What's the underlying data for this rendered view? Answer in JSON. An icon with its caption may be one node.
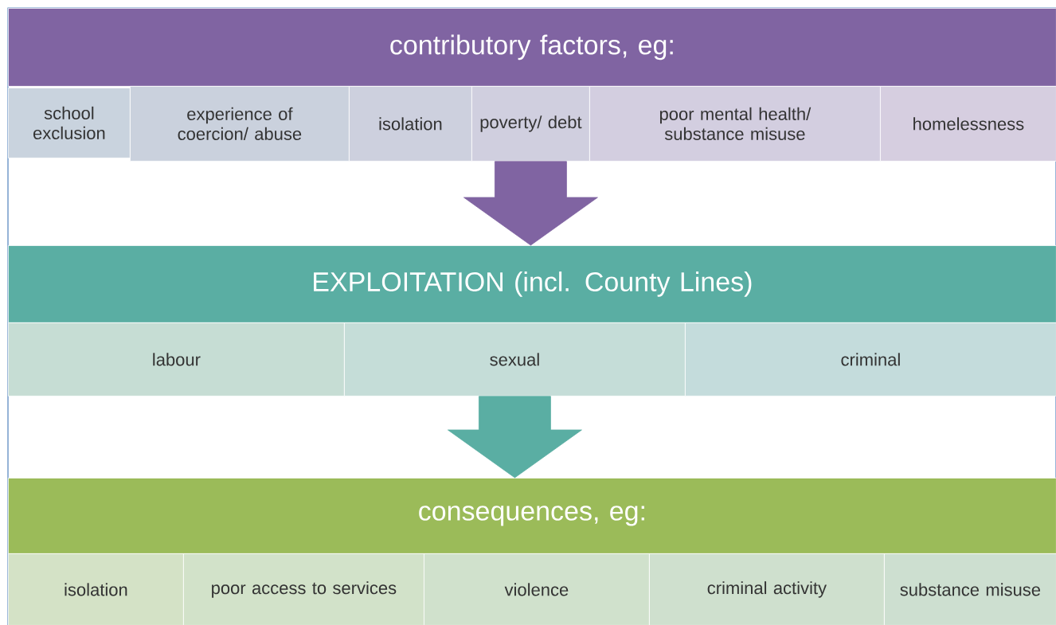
{
  "diagram": {
    "nodes": [
      {
        "text": [
          "contributory factors, eg:"
        ]
      },
      {
        "text": [
          "school exclusion"
        ]
      },
      {
        "text": [
          "experience of coercion/ abuse"
        ]
      },
      {
        "text": [
          "isolation"
        ]
      },
      {
        "text": [
          "poverty/ debt"
        ]
      },
      {
        "text": [
          "poor mental health/ substance misuse"
        ]
      },
      {
        "text": [
          "homelessness"
        ]
      },
      {
        "text": [
          "EXPLOITATION (incl. County Lines)"
        ]
      },
      {
        "text": [
          "labour"
        ]
      },
      {
        "text": [
          "sexual"
        ]
      },
      {
        "text": [
          "criminal"
        ]
      },
      {
        "text": [
          "consequences, eg:"
        ]
      },
      {
        "text": [
          "isolation"
        ]
      },
      {
        "text": [
          "poor access to services"
        ]
      },
      {
        "text": [
          "violence"
        ]
      },
      {
        "text": [
          "criminal activity"
        ]
      },
      {
        "text": [
          "substance misuse"
        ]
      }
    ],
    "edges": [
      {
        "from": 4,
        "to": 7,
        "arrow": "to",
        "color": "#8064a2"
      },
      {
        "from": 9,
        "to": 11,
        "arrow": "to",
        "color": "#5aaea3"
      }
    ]
  }
}
